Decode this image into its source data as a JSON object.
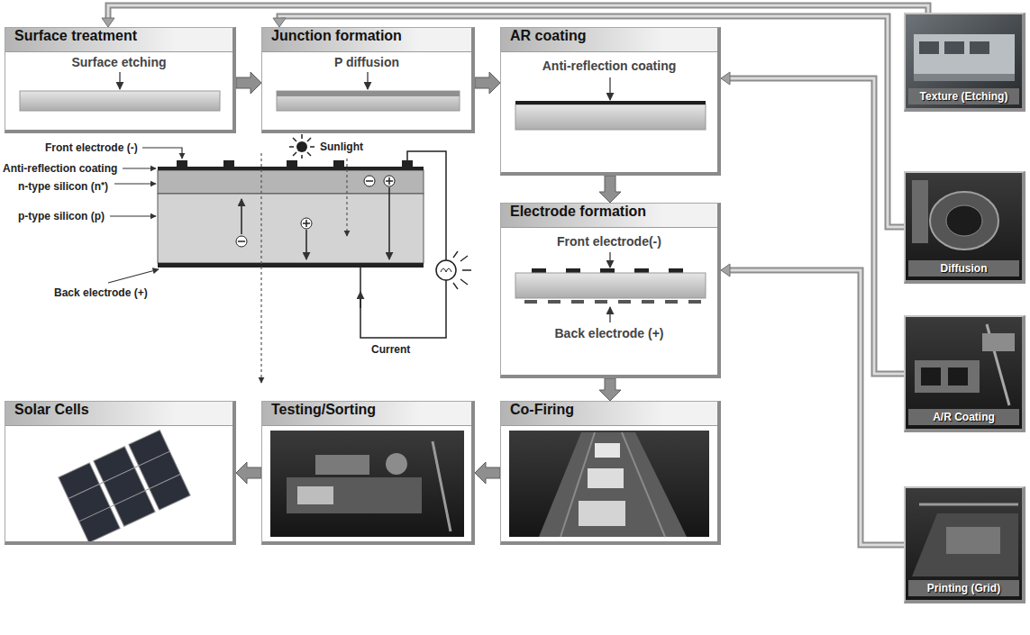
{
  "diagram": {
    "nodes": [
      {
        "text": [
          "Surface treatment",
          "Surface etching"
        ]
      },
      {
        "text": [
          "Junction formation",
          "P diffusion"
        ]
      },
      {
        "text": [
          "AR coating",
          "Anti-reflection coating"
        ]
      },
      {
        "text": [
          "Electrode formation",
          "Front electrode(-)",
          "Back electrode (+)"
        ]
      },
      {
        "text": [
          "Co-Firing"
        ]
      },
      {
        "text": [
          "Testing/Sorting"
        ]
      },
      {
        "text": [
          "Solar Cells"
        ]
      },
      {
        "text": [
          "Texture (Etching)"
        ]
      },
      {
        "text": [
          "Diffusion"
        ]
      },
      {
        "text": [
          "A/R Coating"
        ]
      },
      {
        "text": [
          "Printing (Grid)"
        ]
      }
    ],
    "edges": [
      {
        "from": 0,
        "to": 1,
        "arrow": "to"
      },
      {
        "from": 1,
        "to": 2,
        "arrow": "to"
      },
      {
        "from": 2,
        "to": 3,
        "arrow": "to"
      },
      {
        "from": 3,
        "to": 4,
        "arrow": "to"
      },
      {
        "from": 4,
        "to": 5,
        "arrow": "to"
      },
      {
        "from": 5,
        "to": 6,
        "arrow": "to"
      },
      {
        "from": 7,
        "to": 0,
        "arrow": "to"
      },
      {
        "from": 8,
        "to": 1,
        "arrow": "to"
      },
      {
        "from": 9,
        "to": 2,
        "arrow": "to"
      },
      {
        "from": 10,
        "to": 3,
        "arrow": "to"
      }
    ],
    "labels": [
      "Front electrode (-)",
      "Anti-reflection coating",
      "n-type silicon (n⁺)",
      "p-type silicon (p)",
      "Back electrode (+)",
      "Sunlight",
      "Current"
    ]
  }
}
